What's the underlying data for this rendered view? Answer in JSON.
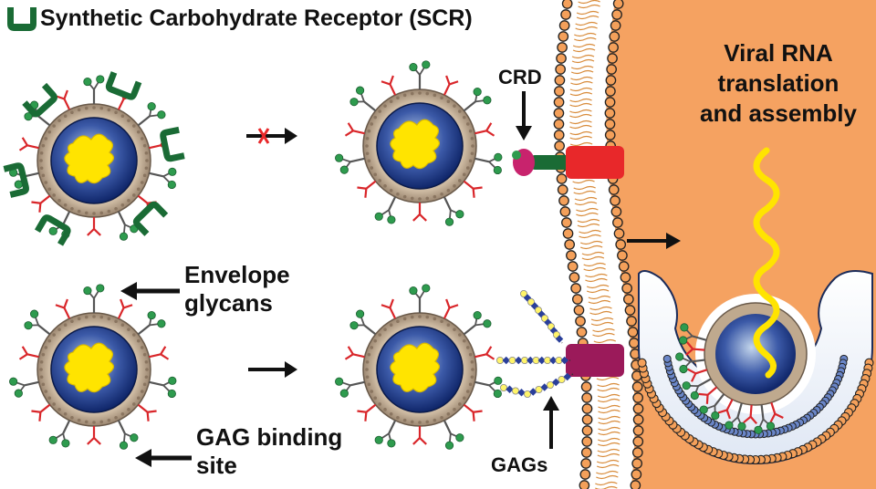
{
  "legend": {
    "label": "Synthetic Carbohydrate Receptor (SCR)"
  },
  "labels": {
    "crd": "CRD",
    "envelope_line1": "Envelope",
    "envelope_line2": "glycans",
    "gag_line1": "GAG binding",
    "gag_line2": "site",
    "gags": "GAGs",
    "cell_line1": "Viral RNA",
    "cell_line2": "translation",
    "cell_line3": "and assembly"
  },
  "colors": {
    "cell_interior": "#f5a261",
    "membrane_head": "#f4a05a",
    "scr": "#1a6b35",
    "receptor_red": "#e8282a",
    "receptor_purple": "#9b1a5a",
    "crd": "#c8236d",
    "glycan_stem": "#555555",
    "glycan_ball": "#2e9b4e",
    "gag_site": "#d9262a",
    "rna": "#ffe400",
    "gag_bead_yellow": "#fff46a",
    "gag_bead_blue": "#2a3f9a"
  }
}
